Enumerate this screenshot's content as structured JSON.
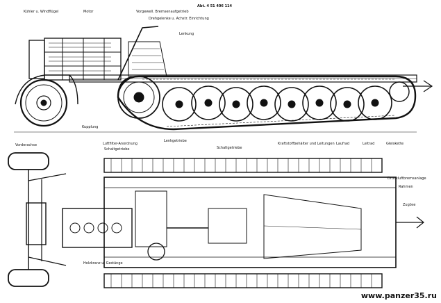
{
  "header": {
    "doc_number": "Abt. 4 51 406 114"
  },
  "labels": {
    "side": {
      "kuehler": "Kühler u. Windflügel",
      "motor": "Motor",
      "vorgelege": "Vorgewell. Bremsenaufgetrieb",
      "drehgelenke": "Drehgelenke u. Achstr. Einrichtung",
      "lenkung": "Lenkung",
      "kupplung": "Kupplung"
    },
    "plan": {
      "vorderachse": "Vorderachse",
      "luftfilter": "Luftfilter-Anordnung",
      "schalthebel": "Schaltgetriebe",
      "lenkgetriebe": "Lenkgetriebe",
      "schaltgetriebe": "Schaltgetriebe",
      "kraftstoff": "Kraftstoffbehälter und Leitungen",
      "laufrad": "Laufrad",
      "leitrad": "Leitrad",
      "gleiskette": "Gleiskette",
      "druckluft": "Druckluftbremsanlage",
      "rahmen": "Rahmen",
      "zugoese": "Zugöse",
      "holzkranz": "Holzkranz u. Gestänge"
    }
  },
  "watermark": "www.panzer35.ru",
  "colors": {
    "ink": "#111111",
    "paper": "#ffffff"
  }
}
